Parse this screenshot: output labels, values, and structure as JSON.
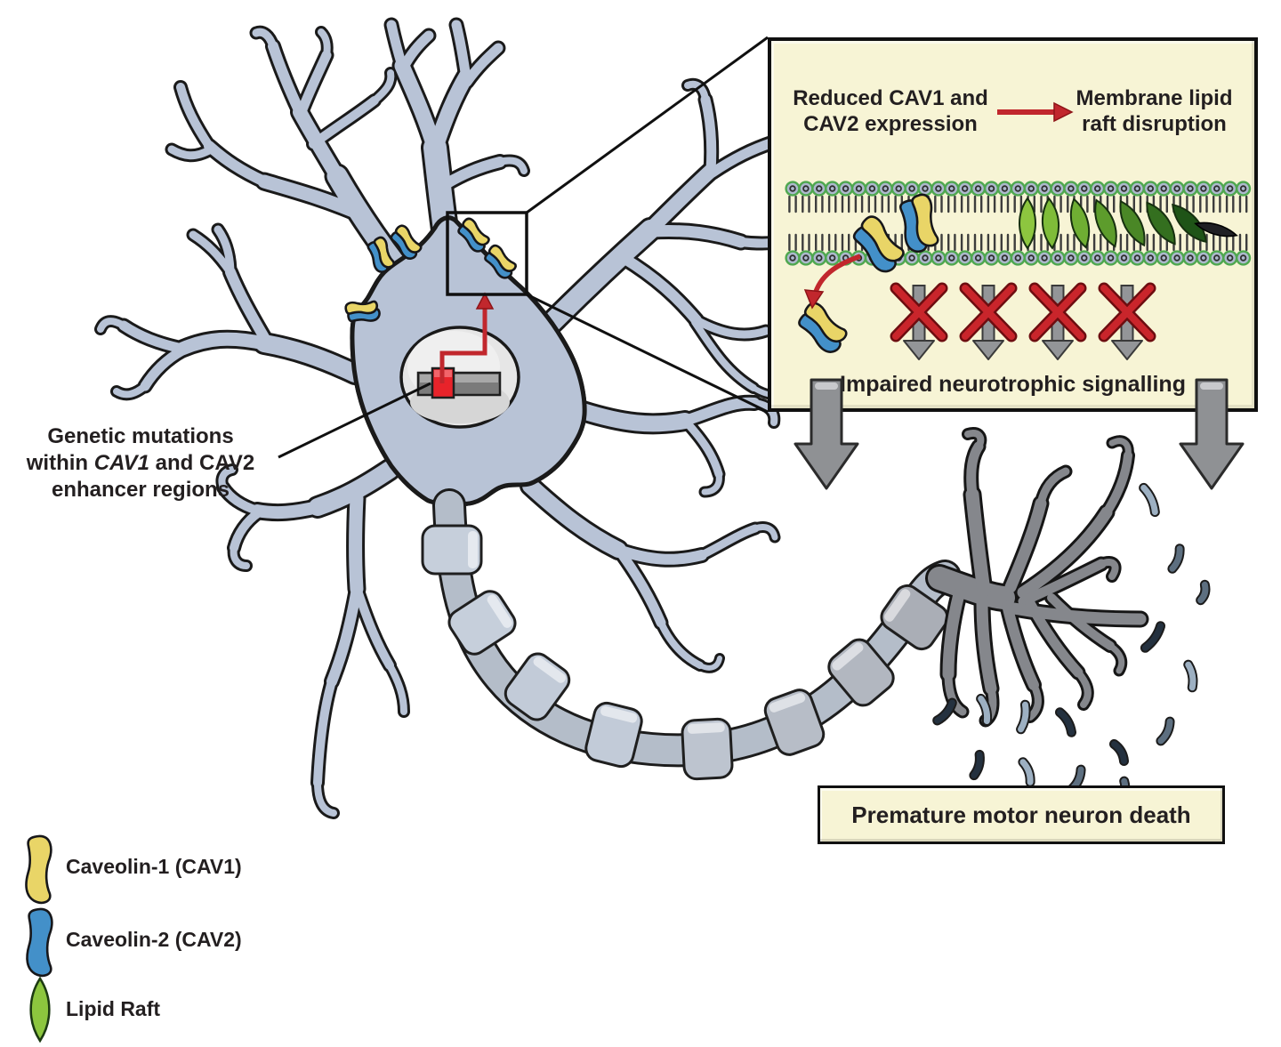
{
  "inset": {
    "cause": [
      "Reduced CAV1 and",
      "CAV2 expression"
    ],
    "effect": [
      "Membrane lipid",
      "raft disruption"
    ],
    "impaired": "Impaired neurotrophic signalling"
  },
  "annotations": {
    "genetic": {
      "line1": "Genetic mutations",
      "line2_pre": "within ",
      "line2_italic": "CAV1",
      "line2_post": " and CAV2",
      "line3": "enhancer regions"
    },
    "premature": "Premature motor neuron death"
  },
  "legend": {
    "items": [
      {
        "label": "Caveolin-1 (CAV1)",
        "color": "#e9d567"
      },
      {
        "label": "Caveolin-2 (CAV2)",
        "color": "#4390c9"
      },
      {
        "label": "Lipid Raft",
        "color": "#8cc63e"
      }
    ]
  },
  "colors": {
    "accent_red": "#c1272d",
    "inset_background": "#f7f4d5",
    "neuron_fill": "#b8c3d6",
    "terminal_fill": "#85878c",
    "membrane_head": "#adb9cd",
    "membrane_head_ring": "#4fa74f",
    "gene_red": "#e8232a"
  }
}
